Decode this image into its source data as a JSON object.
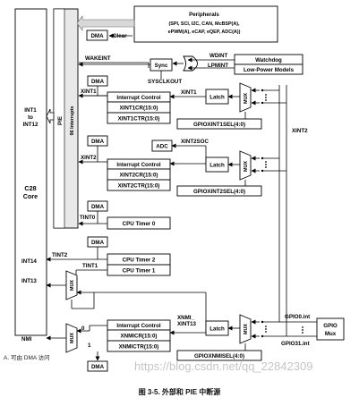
{
  "peripherals": {
    "title": "Peripherals",
    "line1": "(SPI, SCI, I2C, CAN, McBSP(A),",
    "line2": "ePWM(A), eCAP, eQEP, ADC(A))"
  },
  "dma": "DMA",
  "clear": "Clear",
  "wdint": "WDINT",
  "lpmint": "LPMINT",
  "wakeint": "WAKEINT",
  "sync": "Sync",
  "sysclkout": "SYSCLKOUT",
  "watchdog": "Watchdog",
  "low_power_models": "Low-Power Models",
  "c28_core": [
    "C28",
    "Core"
  ],
  "int1_to_int12": [
    "INT1",
    "to",
    "INT12"
  ],
  "pie": "PIE",
  "interrupts_96": "96 Interrupts",
  "xint1": "XINT1",
  "xint1_in": "XINT1",
  "interrupt_control": "Interrupt Control",
  "xint1cr": "XINT1CR(15:0)",
  "xint1ctr": "XINT1CTR(15:0)",
  "latch": "Latch",
  "mux": "MUX",
  "gpioxint1sel": "GPIOXINT1SEL(4:0)",
  "xint2_right": "XINT2",
  "adc": "ADC",
  "xint2soc": "XINT2SOC",
  "xint2": "XINT2",
  "xint2cr": "XINT2CR(15:0)",
  "xint2ctr": "XINT2CTR(15:0)",
  "gpioxint2sel": "GPIOXINT2SEL(4:0)",
  "tint0": "TINT0",
  "cpu_timer0": "CPU Timer 0",
  "tint2": "TINT2",
  "int14": "INT14",
  "tint1": "TINT1",
  "cpu_timer2": "CPU Timer 2",
  "cpu_timer1": "CPU Timer 1",
  "int13": "INT13",
  "xnmi_xint13": [
    "XNMI_",
    "XINT13"
  ],
  "gpio0_int": "GPIO0.int",
  "gpio31_int": "GPIO31.int",
  "gpio_mux": [
    "GPIO",
    "Mux"
  ],
  "nmi": "NMI",
  "xnmicr": "XNMICR(15:0)",
  "xnmictr": "XNMICTR(15:0)",
  "gpioxnmisel": "GPIOXNMISEL(4:0)",
  "zero": "0",
  "one": "1",
  "footnote": "A.   可由 DMA 访问",
  "caption": "图 3-5. 外部和 PIE 中断源",
  "watermark": "https://blog.csdn.net/qq_22842309"
}
